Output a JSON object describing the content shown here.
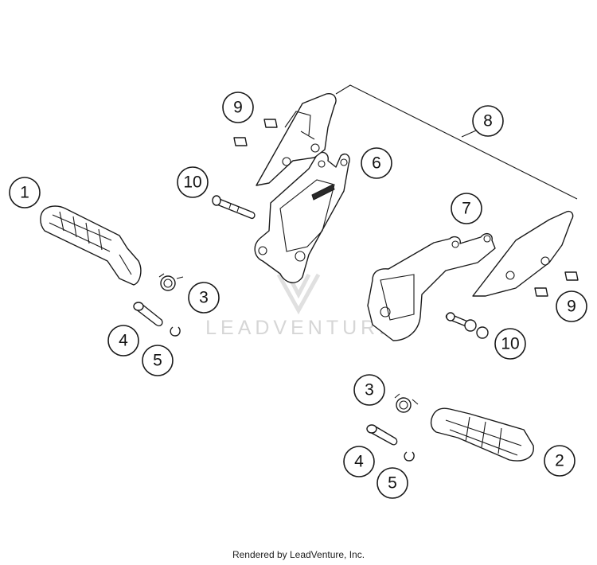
{
  "callouts": {
    "c1": "1",
    "c2": "2",
    "c3a": "3",
    "c3b": "3",
    "c4a": "4",
    "c4b": "4",
    "c5a": "5",
    "c5b": "5",
    "c6": "6",
    "c7": "7",
    "c8": "8",
    "c9a": "9",
    "c9b": "9",
    "c10a": "10",
    "c10b": "10"
  },
  "watermark": "LEADVENTURE",
  "footer": "Rendered by LeadVenture, Inc."
}
